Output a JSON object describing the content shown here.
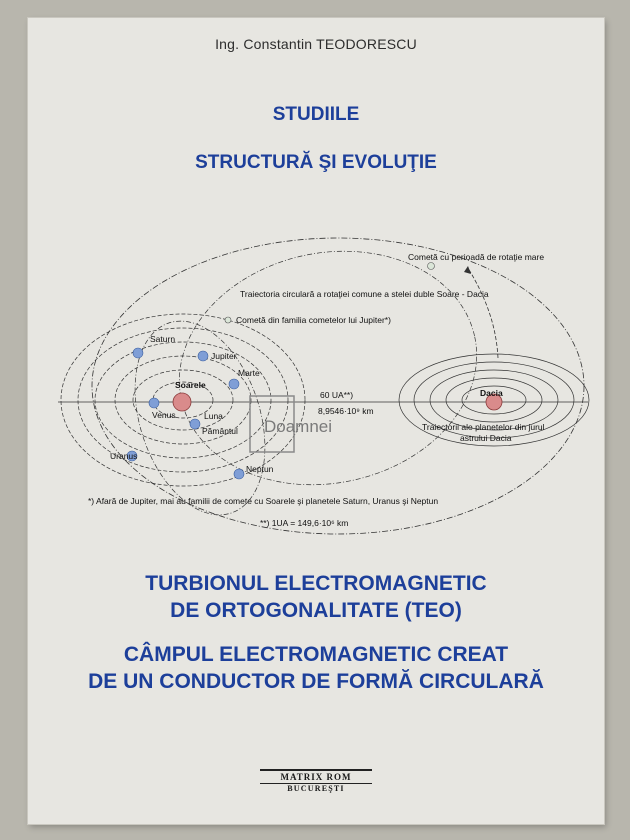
{
  "author": "Ing. Constantin TEODORESCU",
  "title": {
    "line1": "STUDIILE",
    "line2": "STRUCTURĂ ŞI EVOLUŢIE"
  },
  "subtitle": {
    "line1": "TURBIONUL ELECTROMAGNETIC",
    "line2": "DE ORTOGONALITATE (TEO)",
    "line3": "CÂMPUL ELECTROMAGNETIC CREAT",
    "line4": "DE UN CONDUCTOR DE FORMĂ CIRCULARĂ"
  },
  "diagram": {
    "comet_long": "Cometă cu perioadă de rotaţie mare",
    "trajectory": "Traiectoria circulară a rotaţiei comune a stelei duble Soare - Dacia",
    "comet_jupiter": "Cometă din familia cometelor lui Jupiter*)",
    "sun": "Soarele",
    "dacia": "Dacia",
    "dacia_orbits_line1": "Traiectorii ale planetelor din jurul",
    "dacia_orbits_line2": "astrului Dacia",
    "distance_ua": "60 UA**)",
    "distance_km": "8,9546·10⁹ km",
    "planets": {
      "saturn": "Saturn",
      "jupiter": "Jupiter",
      "marte": "Marte",
      "venus": "Venus",
      "luna": "Luna",
      "pamantul": "Pământul",
      "uranus": "Uranus",
      "neptun": "Neptun"
    },
    "footnote1": "*) Afară de Jupiter, mai au familii de comete cu Soarele şi planetele Saturn, Uranus şi Neptun",
    "footnote2": "**) 1UA = 149,6·10⁶ km",
    "watermark": "Doamnei"
  },
  "publisher": {
    "line1": "MATRIX ROM",
    "line2": "BUCUREŞTI"
  },
  "colors": {
    "title_blue": "#1d3f9a",
    "cover": "#e7e6e1",
    "planet_blue": "#7f9ed6",
    "sun_red": "#d98b8b"
  }
}
